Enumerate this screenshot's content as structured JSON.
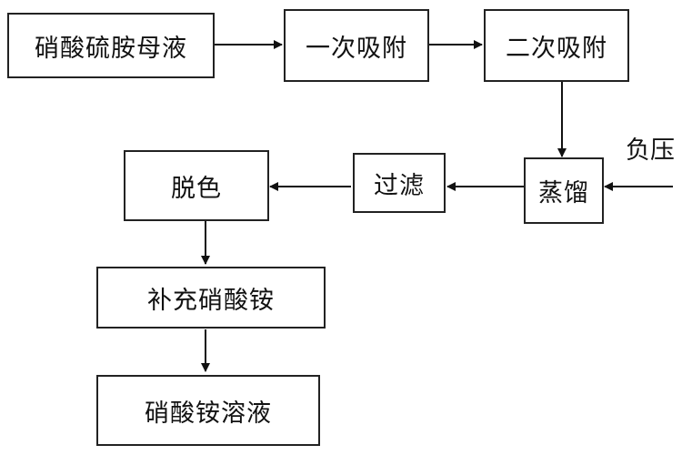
{
  "diagram": {
    "nodes": {
      "mother_liquor": "硝酸硫胺母液",
      "first_adsorption": "一次吸附",
      "second_adsorption": "二次吸附",
      "distillation": "蒸馏",
      "filtration": "过滤",
      "decolorization": "脱色",
      "supplement": "补充硝酸铵",
      "solution": "硝酸铵溶液"
    },
    "external_label": "负压"
  }
}
